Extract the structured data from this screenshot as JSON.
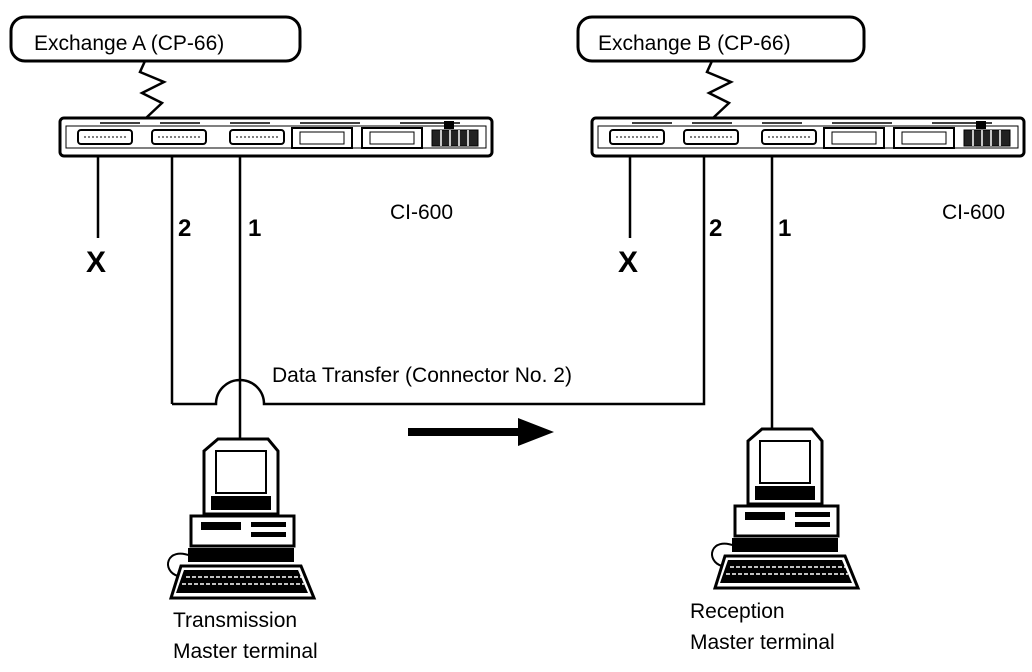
{
  "exchange_a": {
    "label": "Exchange A (CP-66)"
  },
  "exchange_b": {
    "label": "Exchange B (CP-66)"
  },
  "unit_left": {
    "label": "CI-600"
  },
  "unit_right": {
    "label": "CI-600"
  },
  "connectors": {
    "x": "X",
    "two": "2",
    "one": "1"
  },
  "link": {
    "label": "Data Transfer (Connector No. 2)"
  },
  "terminal_left": {
    "line1": "Transmission",
    "line2": "Master terminal"
  },
  "terminal_right": {
    "line1": "Reception",
    "line2": "Master terminal"
  }
}
